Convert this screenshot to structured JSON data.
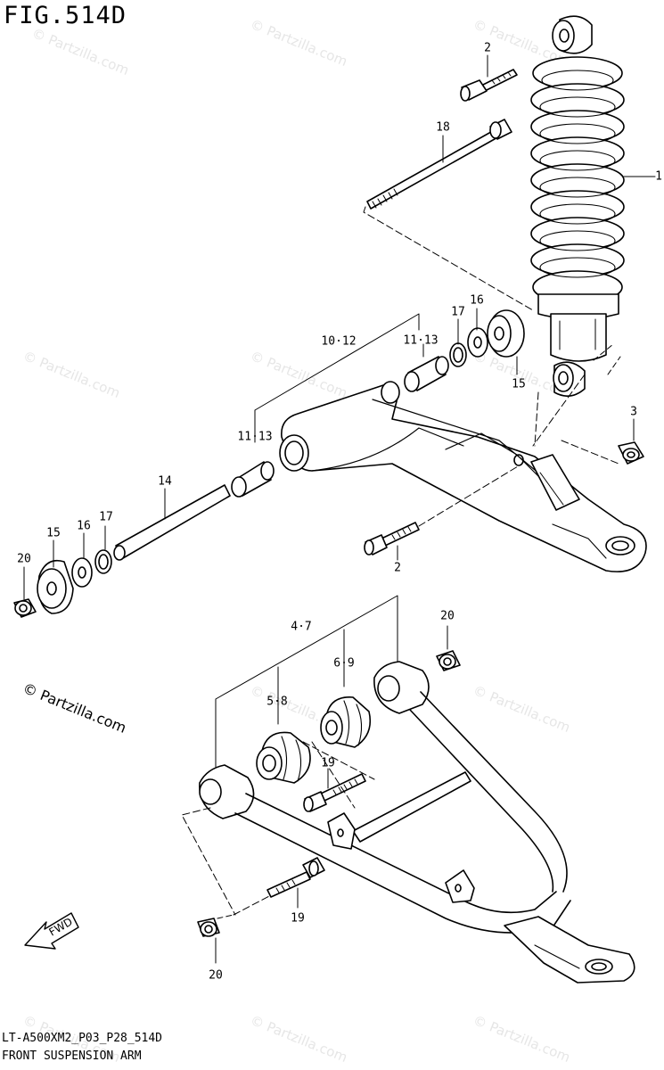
{
  "figure": {
    "title": "FIG.514D",
    "code": "LT-A500XM2_P03_P28_514D",
    "name": "FRONT SUSPENSION ARM",
    "copyright": "© Partzilla.com",
    "watermark": "© Partzilla.com",
    "fwd_label": "FWD"
  },
  "callouts": {
    "c1": "1",
    "c2a": "2",
    "c2b": "2",
    "c3": "3",
    "c4_7": "4·7",
    "c5_8": "5·8",
    "c6_9": "6·9",
    "c10_12": "10·12",
    "c11_13a": "11·13",
    "c11_13b": "11·13",
    "c14": "14",
    "c15a": "15",
    "c15b": "15",
    "c16a": "16",
    "c16b": "16",
    "c17a": "17",
    "c17b": "17",
    "c18": "18",
    "c19a": "19",
    "c19b": "19",
    "c20a": "20",
    "c20b": "20",
    "c20c": "20"
  }
}
